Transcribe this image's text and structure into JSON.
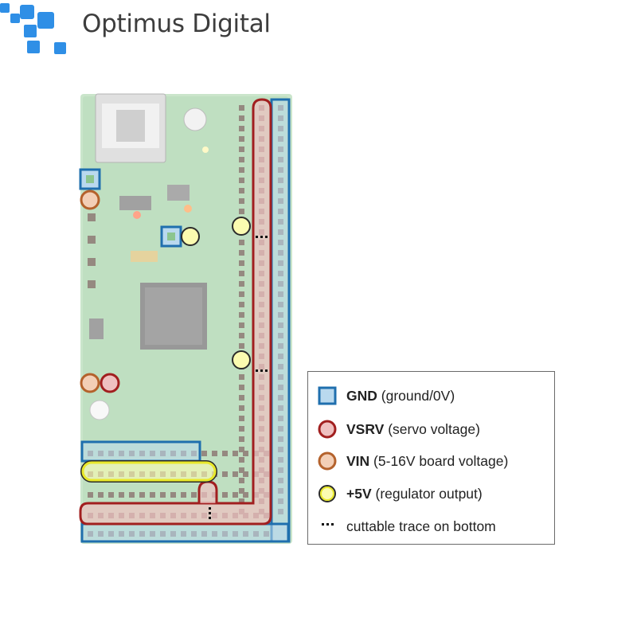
{
  "brand": {
    "name": "Optimus Digital",
    "logo_icon": "pixel-squares-logo",
    "logo_color": "#2f8fe6"
  },
  "board": {
    "icon": "micro-maestro-board-photo",
    "pcb_color": "#9fd0a1",
    "header_pin_color": "#3f2a1a"
  },
  "legend": {
    "items": [
      {
        "key": "gnd",
        "label": "GND",
        "desc": " (ground/0V)",
        "color": "#1f6fae",
        "fill": "#b9d9ee",
        "shape": "square"
      },
      {
        "key": "vsrv",
        "label": "VSRV",
        "desc": " (servo voltage)",
        "color": "#a11f1f",
        "fill": "#efc0c0",
        "shape": "circle"
      },
      {
        "key": "vin",
        "label": "VIN",
        "desc": " (5-16V board voltage)",
        "color": "#b4622c",
        "fill": "#f3cfb6",
        "shape": "circle"
      },
      {
        "key": "v5",
        "label": "+5V",
        "desc": " (regulator output)",
        "color": "#2b2b2b",
        "fill": "#fbfbb0",
        "shape": "circle"
      },
      {
        "key": "cut",
        "label": "",
        "desc": "cuttable trace on bottom",
        "color": "#111111",
        "fill": "",
        "shape": "dots"
      }
    ]
  }
}
